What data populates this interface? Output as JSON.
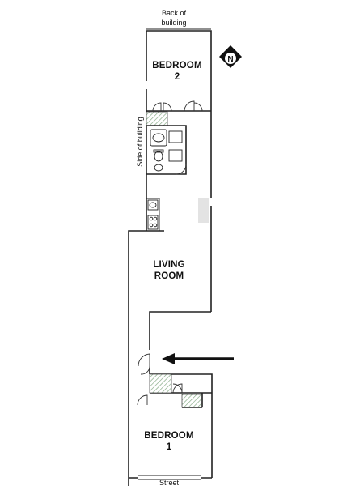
{
  "labels": {
    "back_line1": "Back of",
    "back_line2": "building",
    "side": "Side of building",
    "street": "Street",
    "bedroom2_line1": "BEDROOM",
    "bedroom2_line2": "2",
    "living_line1": "LIVING",
    "living_line2": "ROOM",
    "bedroom1_line1": "BEDROOM",
    "bedroom1_line2": "1",
    "north": "N"
  },
  "colors": {
    "wall": "#222222",
    "hatch": "#7fa77f",
    "arrow": "#111111",
    "stair_shade": "#e3e3e3"
  },
  "icons": [
    "north-compass-icon",
    "entrance-arrow-icon",
    "bathtub-icon",
    "toilet-icon",
    "sink-icon",
    "stove-icon",
    "kitchen-sink-icon"
  ]
}
